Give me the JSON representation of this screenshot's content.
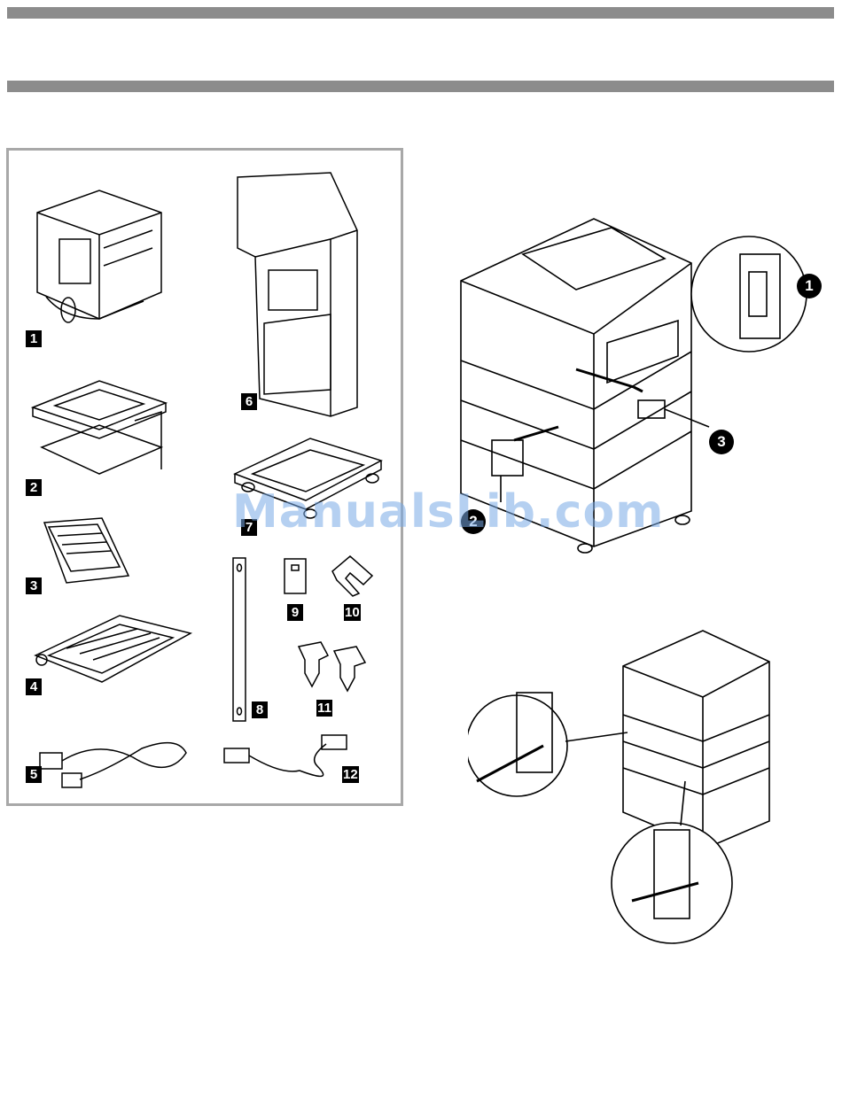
{
  "parts": {
    "labels": [
      "1",
      "2",
      "3",
      "4",
      "5",
      "6",
      "7",
      "8",
      "9",
      "10",
      "11",
      "12"
    ],
    "badge_color": "#000000",
    "frame_color": "#a8a8a8"
  },
  "printer_figure": {
    "callouts": [
      "1",
      "2",
      "3"
    ]
  },
  "watermark": {
    "text": "ManualsLib.com",
    "color": "#7aaae6"
  },
  "colors": {
    "rule": "#8c8c8c",
    "ink": "#000000"
  }
}
